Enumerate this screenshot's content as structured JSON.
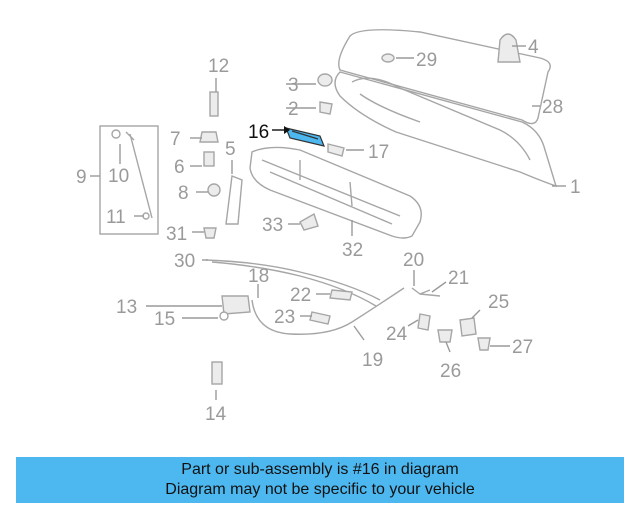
{
  "diagram": {
    "callouts": {
      "c1": "1",
      "c2": "2",
      "c3": "3",
      "c4": "4",
      "c5": "5",
      "c6": "6",
      "c7": "7",
      "c8": "8",
      "c9": "9",
      "c10": "10",
      "c11": "11",
      "c12": "12",
      "c13": "13",
      "c14": "14",
      "c15": "15",
      "c16": "16",
      "c17": "17",
      "c18": "18",
      "c19": "19",
      "c20": "20",
      "c21": "21",
      "c22": "22",
      "c23": "23",
      "c24": "24",
      "c25": "25",
      "c26": "26",
      "c27": "27",
      "c28": "28",
      "c29": "29",
      "c30": "30",
      "c31": "31",
      "c32": "32",
      "c33": "33"
    },
    "highlighted_part": "16",
    "colors": {
      "highlight": "#4db8f0",
      "parts": "#a6a6a6",
      "labels": "#9a9a9a"
    }
  },
  "banner": {
    "line1": "Part or sub-assembly is #16 in diagram",
    "line2": "Diagram may not be specific to your vehicle",
    "background": "#4db8f0"
  }
}
